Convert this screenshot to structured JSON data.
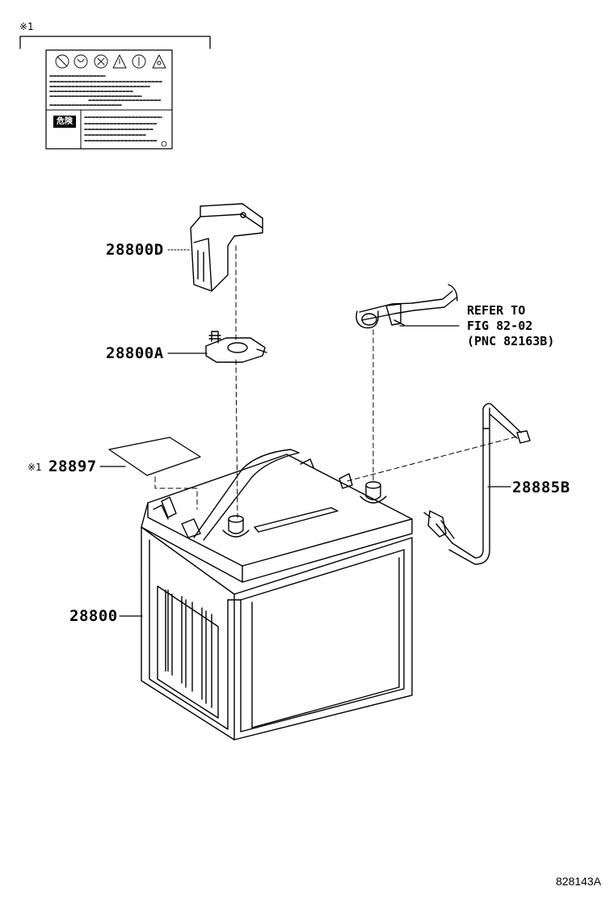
{
  "note_marker": "※1",
  "label_card": {
    "warning_word": "危険"
  },
  "parts": {
    "cover": "28800D",
    "terminal": "28800A",
    "label_note_mark": "※1",
    "label": "28897",
    "battery": "28800",
    "vent_hose": "28885B"
  },
  "reference": {
    "line1": "REFER TO",
    "line2": "FIG 82-02",
    "line3": "(PNC 82163B)"
  },
  "diagram_id": "828143A",
  "colors": {
    "line": "#000000",
    "background": "#ffffff"
  }
}
